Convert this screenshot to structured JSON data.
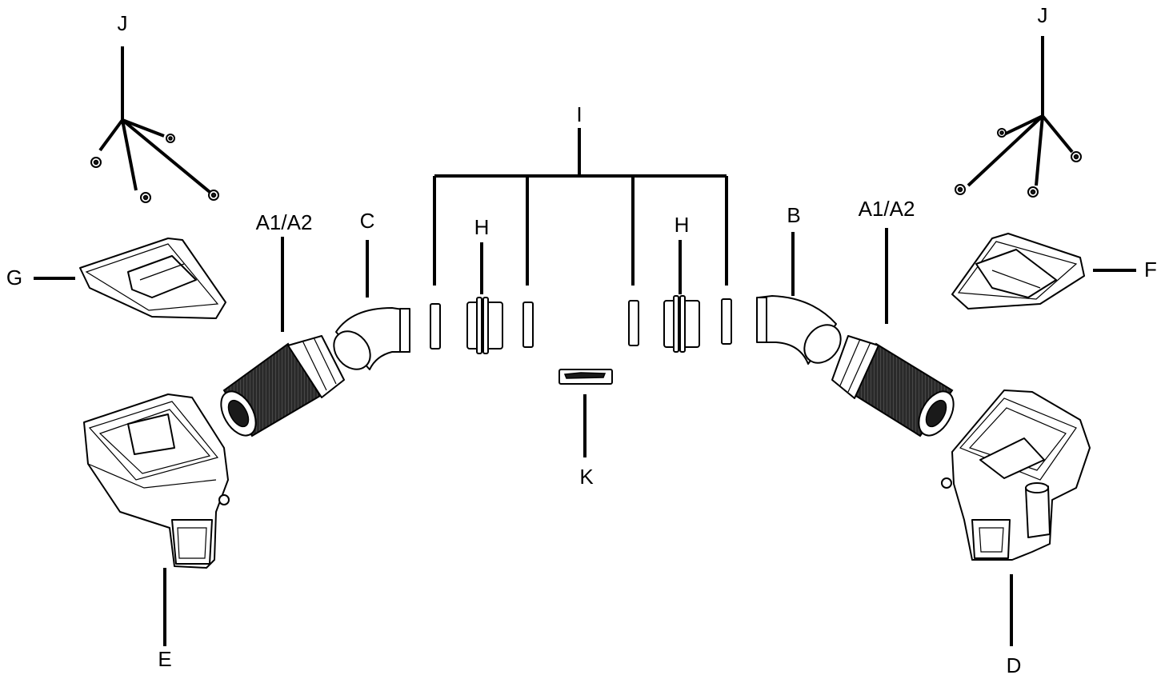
{
  "labels": {
    "j_left": "J",
    "j_right": "J",
    "i": "I",
    "a_left": "A1/A2",
    "a_right": "A1/A2",
    "c": "C",
    "b": "B",
    "h_left": "H",
    "h_right": "H",
    "g": "G",
    "f": "F",
    "k": "K",
    "e": "E",
    "d": "D"
  }
}
